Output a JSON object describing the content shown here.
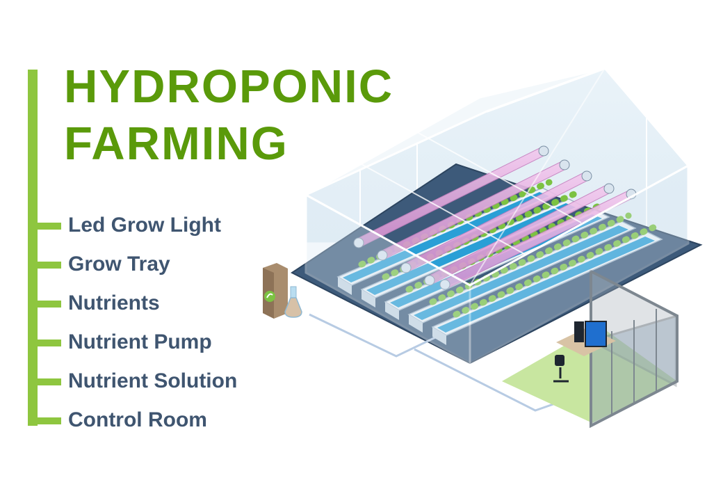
{
  "title": {
    "line1": "HYDROPONIC",
    "line2": "FARMING"
  },
  "legend": {
    "items": [
      {
        "label": "Led Grow Light"
      },
      {
        "label": "Grow Tray"
      },
      {
        "label": "Nutrients"
      },
      {
        "label": "Nutrient Pump"
      },
      {
        "label": "Nutrient Solution"
      },
      {
        "label": "Control Room"
      }
    ]
  },
  "colors": {
    "title": "#5a9a0a",
    "legend_accent": "#8ec63f",
    "legend_text": "#3f5570",
    "greenhouse_floor": "#3d5a7a",
    "glass": "#dbeaf4",
    "grow_light": "#e4a6dc",
    "plants": "#7cc242",
    "water": "#2a9fd6",
    "control_room_floor": "#c8e6a0"
  }
}
